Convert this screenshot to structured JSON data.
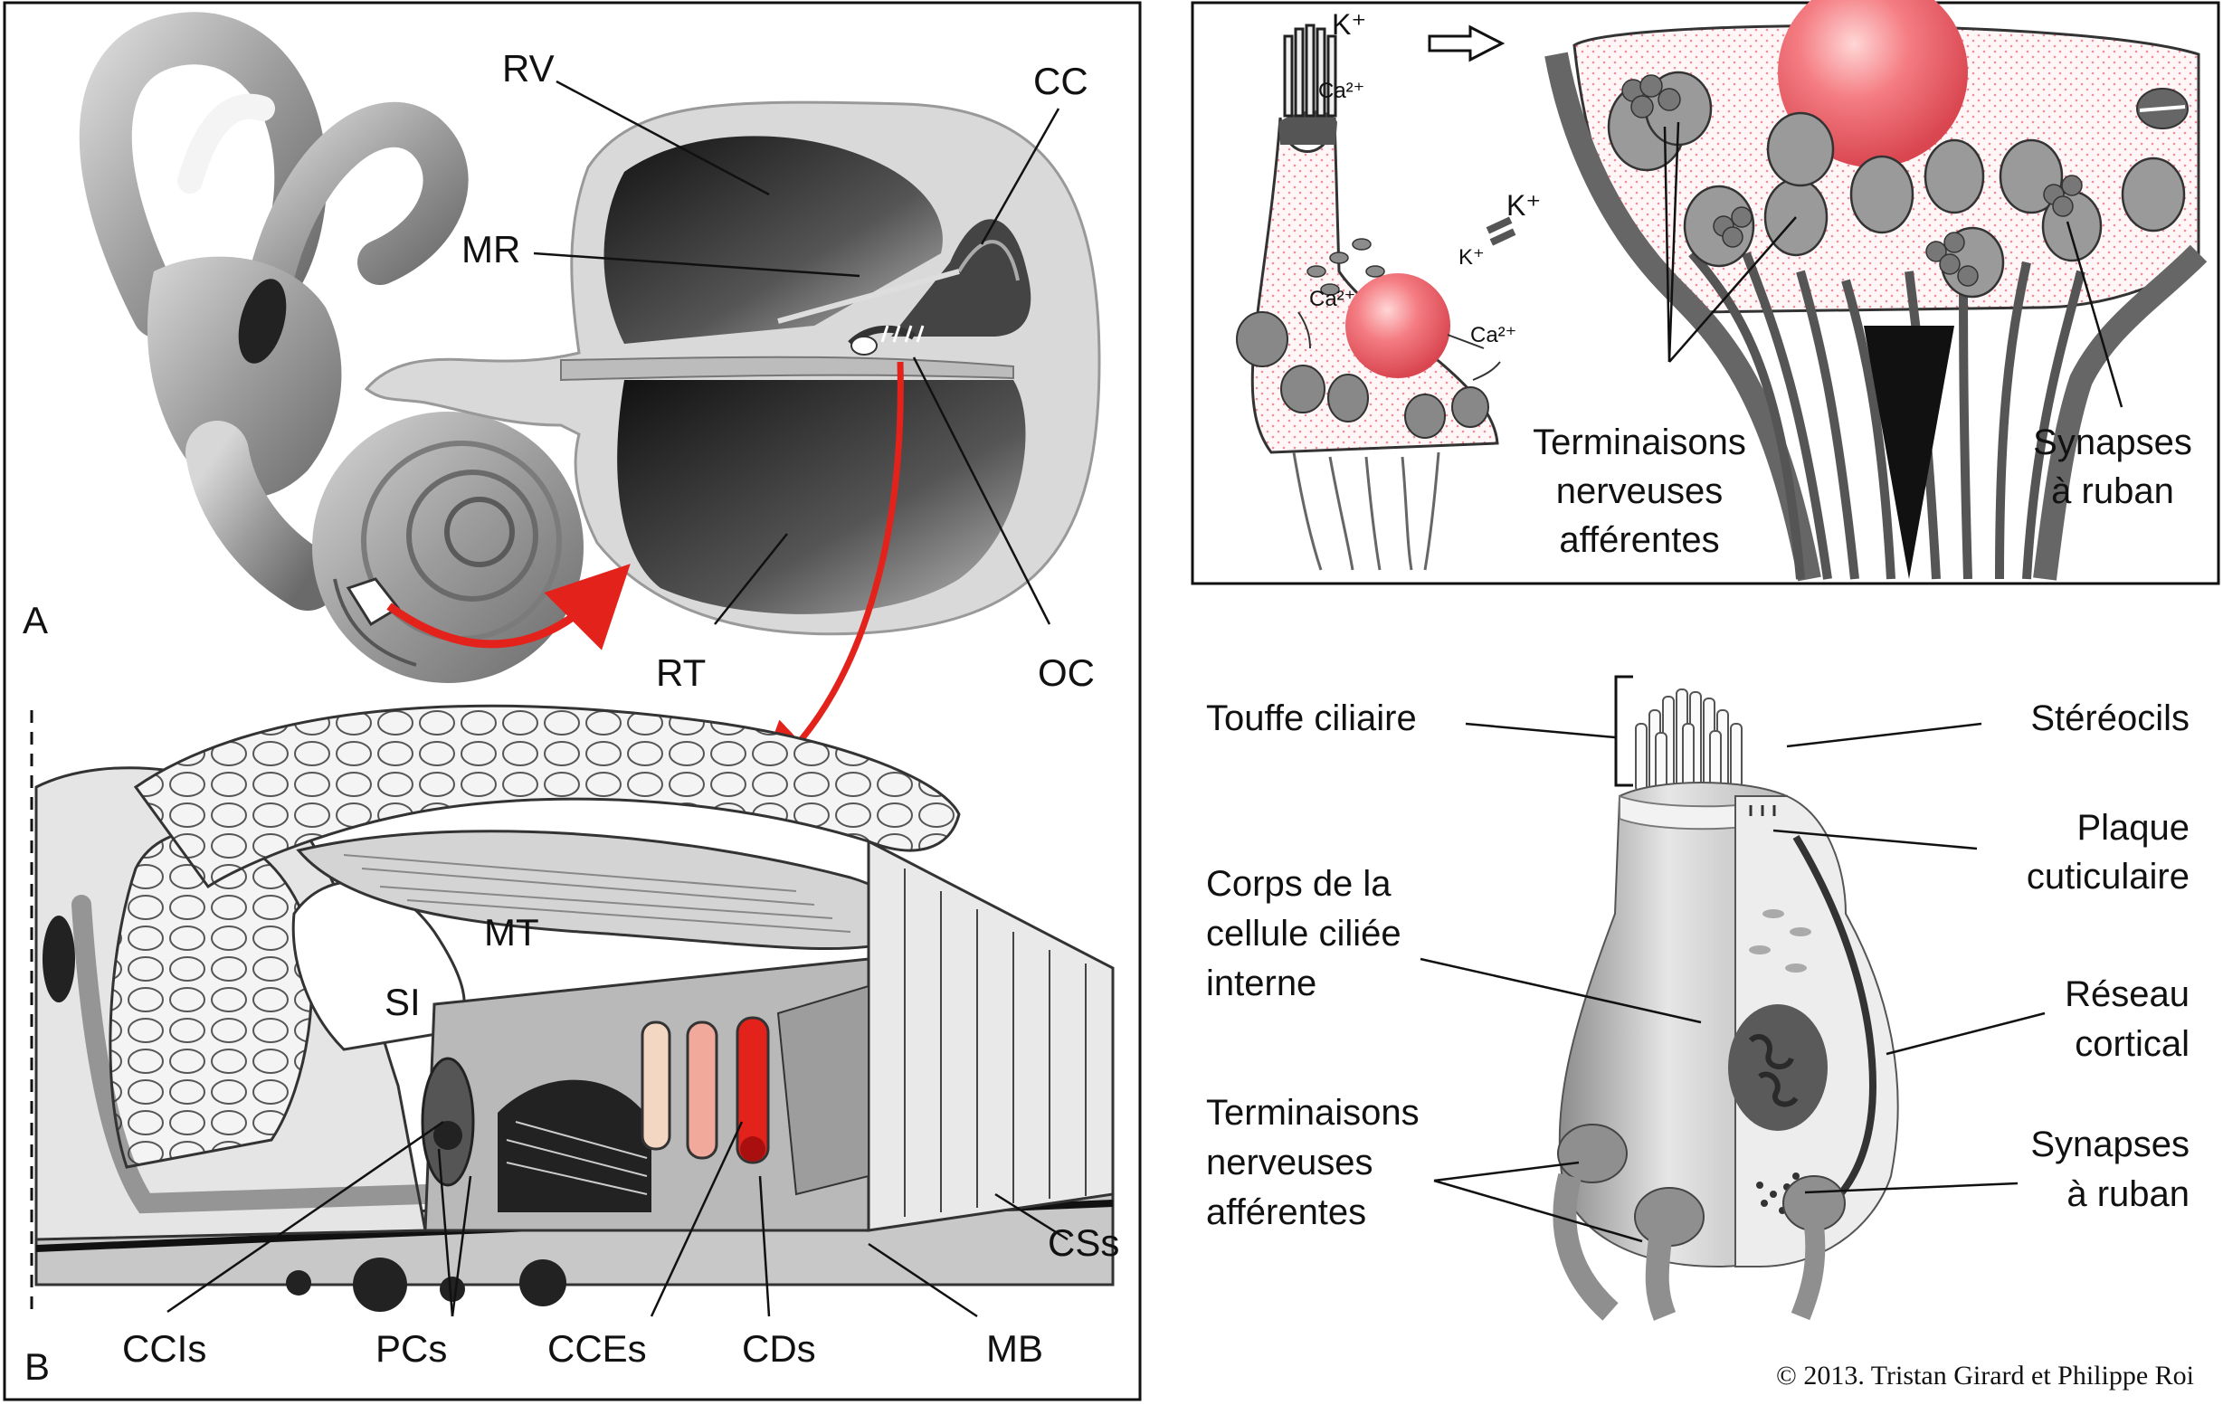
{
  "panel_a": {
    "panel_letter": "A",
    "labels": {
      "rv": "RV",
      "cc": "CC",
      "mr": "MR",
      "rt": "RT",
      "oc": "OC"
    }
  },
  "panel_b": {
    "panel_letter": "B",
    "labels": {
      "mt": "MT",
      "si": "SI",
      "css": "CSs",
      "ccis": "CCIs",
      "pcs": "PCs",
      "cces": "CCEs",
      "cds": "CDs",
      "mb": "MB"
    }
  },
  "synapse_panel": {
    "ions": {
      "k_top": "K⁺",
      "k_side_large": "K⁺",
      "k_side_small": "K⁺",
      "ca_top": "Ca²⁺",
      "ca_left": "Ca²⁺",
      "ca_right": "Ca²⁺"
    },
    "afferent_label": [
      "Terminaisons",
      "nerveuses",
      "afférentes"
    ],
    "ribbon_label": [
      "Synapses",
      "à ruban"
    ]
  },
  "hair_cell": {
    "hair_bundle": "Touffe ciliaire",
    "stereocilia": "Stéréocils",
    "cuticular_plate": [
      "Plaque",
      "cuticulaire"
    ],
    "cell_body": [
      "Corps de la",
      "cellule ciliée",
      "interne"
    ],
    "cortical_network": [
      "Réseau",
      "cortical"
    ],
    "afferent": [
      "Terminaisons",
      "nerveuses",
      "afférentes"
    ],
    "ribbon": [
      "Synapses",
      "à ruban"
    ]
  },
  "copyright": "© 2013. Tristan Girard et Philippe Roi",
  "colors": {
    "arrow_red": "#e3231b",
    "cell_pink": "#f6c9cf",
    "nucleus_red": "#ef5a63",
    "frame": "#111111"
  }
}
